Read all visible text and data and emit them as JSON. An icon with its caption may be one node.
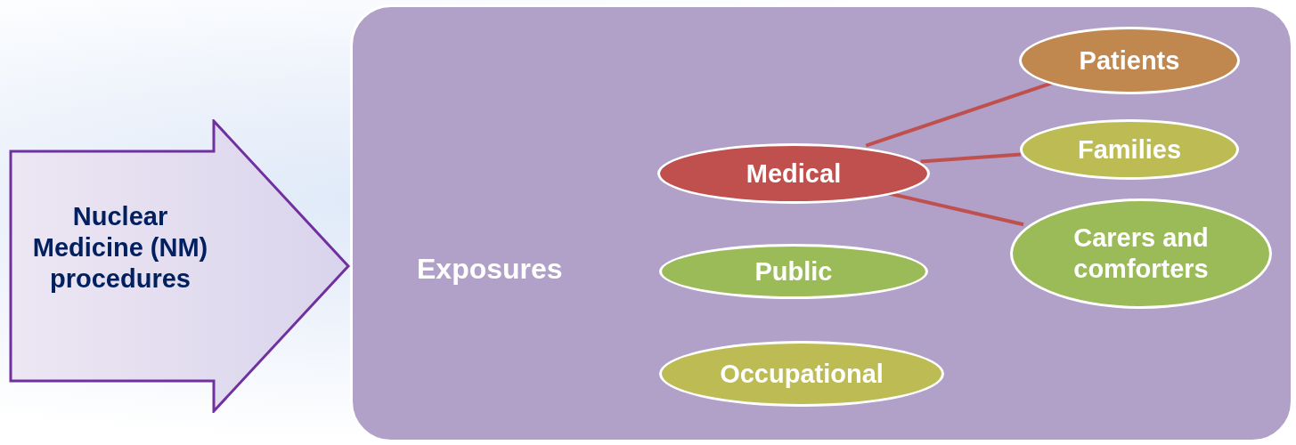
{
  "diagram": {
    "nodes": [
      {
        "text": [
          "Nuclear Medicine (NM) procedures"
        ]
      },
      {
        "text": [
          "Exposures"
        ]
      },
      {
        "text": [
          "Medical"
        ],
        "in": 1
      },
      {
        "text": [
          "Public"
        ],
        "in": 1
      },
      {
        "text": [
          "Occupational"
        ],
        "in": 1
      },
      {
        "text": [
          "Patients"
        ],
        "in": 1
      },
      {
        "text": [
          "Families"
        ],
        "in": 1
      },
      {
        "text": [
          "Carers and comforters"
        ],
        "in": 1
      }
    ],
    "edges": [
      {
        "from": 2,
        "to": 5,
        "arrow": "none",
        "color": "#c0504d"
      },
      {
        "from": 2,
        "to": 6,
        "arrow": "none",
        "color": "#c0504d"
      },
      {
        "from": 2,
        "to": 7,
        "arrow": "none",
        "color": "#c0504d"
      }
    ]
  }
}
